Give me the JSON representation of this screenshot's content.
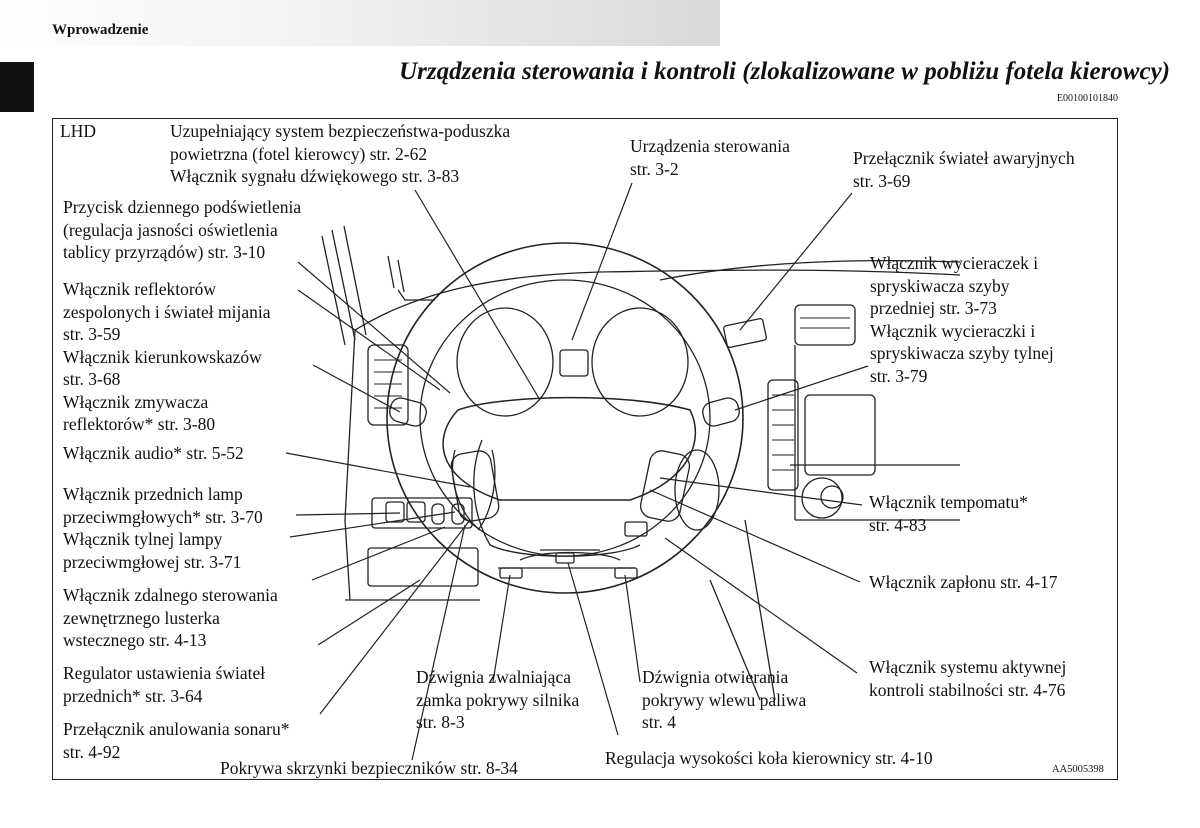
{
  "header": {
    "section": "Wprowadzenie",
    "title": "Urządzenia sterowania i kontroli (zlokalizowane w pobliżu fotela kierowcy)",
    "doc_code": "E00100101840"
  },
  "figure": {
    "code": "AA5005398",
    "labels": {
      "lhd": "LHD",
      "airbag": "Uzupełniający system bezpieczeństwa-poduszka\npowietrzna (fotel kierowcy) str. 2-62\nWłącznik sygnału dźwiękowego str. 3-83",
      "controls": "Urządzenia sterowania\nstr. 3-2",
      "hazard": "Przełącznik świateł awaryjnych\nstr. 3-69",
      "dimmer": "Przycisk dziennego podświetlenia\n(regulacja jasności oświetlenia\ntablicy przyrządów) str. 3-10",
      "wipers": "Włącznik wycieraczek i\nspryskiwacza szyby\nprzedniej str. 3-73\nWłącznik wycieraczki i\nspryskiwacza szyby tylnej\nstr. 3-79",
      "headlamps": "Włącznik reflektorów\nzespolonych i świateł mijania\nstr. 3-59\nWłącznik kierunkowskazów\nstr. 3-68\nWłącznik zmywacza\nreflektorów* str. 3-80",
      "audio": "Włącznik audio* str. 5-52",
      "cruise": "Włącznik tempomatu*\nstr. 4-83",
      "fog": "Włącznik przednich lamp\nprzeciwmgłowych* str. 3-70\nWłącznik tylnej lampy\nprzeciwmgłowej str. 3-71",
      "ignition": "Włącznik zapłonu str. 4-17",
      "mirror": "Włącznik zdalnego sterowania\nzewnętrznego lusterka\nwstecznego str. 4-13",
      "leveling": "Regulator ustawienia świateł\nprzednich* str. 3-64",
      "hood": "Dźwignia zwalniająca\nzamka pokrywy silnika\nstr. 8-3",
      "fuel": "Dźwignia otwierania\npokrywy wlewu paliwa\nstr. 4",
      "stability": "Włącznik systemu aktywnej\nkontroli stabilności str. 4-76",
      "sonar": "Przełącznik anulowania sonaru*\nstr. 4-92",
      "fusebox": "Pokrywa skrzynki bezpieczników str. 8-34",
      "tilt": "Regulacja wysokości koła kierownicy str. 4-10"
    }
  }
}
